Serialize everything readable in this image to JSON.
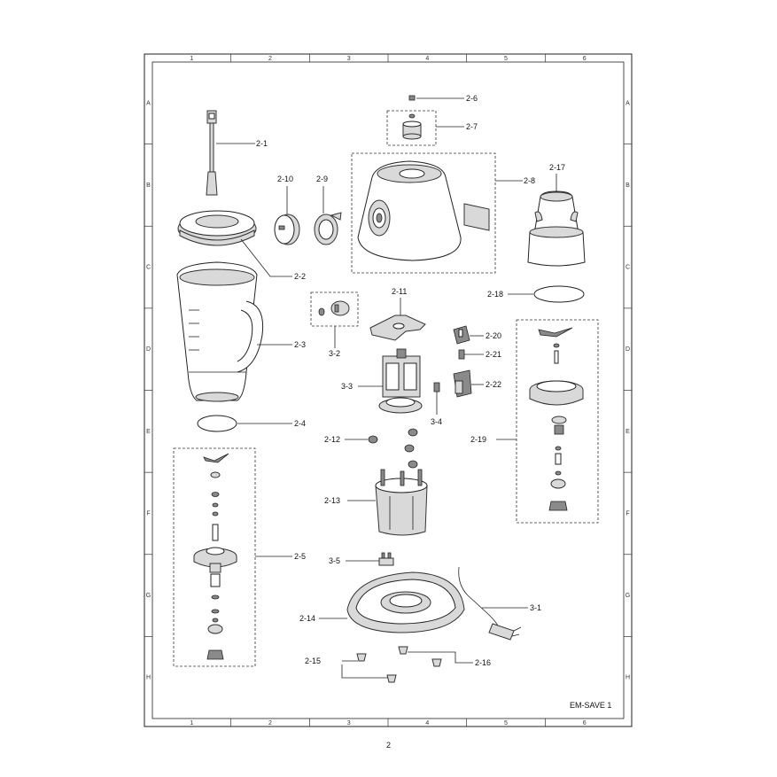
{
  "grid": {
    "columns": [
      "1",
      "2",
      "3",
      "4",
      "5",
      "6"
    ],
    "rows": [
      "A",
      "B",
      "C",
      "D",
      "E",
      "F",
      "G",
      "H"
    ]
  },
  "labels": {
    "p2_1": "2-1",
    "p2_2": "2-2",
    "p2_3": "2-3",
    "p2_4": "2-4",
    "p2_5": "2-5",
    "p2_6": "2-6",
    "p2_7": "2-7",
    "p2_8": "2-8",
    "p2_9": "2-9",
    "p2_10": "2-10",
    "p2_11": "2-11",
    "p2_12": "2-12",
    "p2_13": "2-13",
    "p2_14": "2-14",
    "p2_15": "2-15",
    "p2_16": "2-16",
    "p2_17": "2-17",
    "p2_18": "2-18",
    "p2_19": "2-19",
    "p2_20": "2-20",
    "p2_21": "2-21",
    "p2_22": "2-22",
    "p3_1": "3-1",
    "p3_2": "3-2",
    "p3_3": "3-3",
    "p3_4": "3-4",
    "p3_5": "3-5"
  },
  "model_code": "EM-SAVE 1",
  "page_number": "2"
}
